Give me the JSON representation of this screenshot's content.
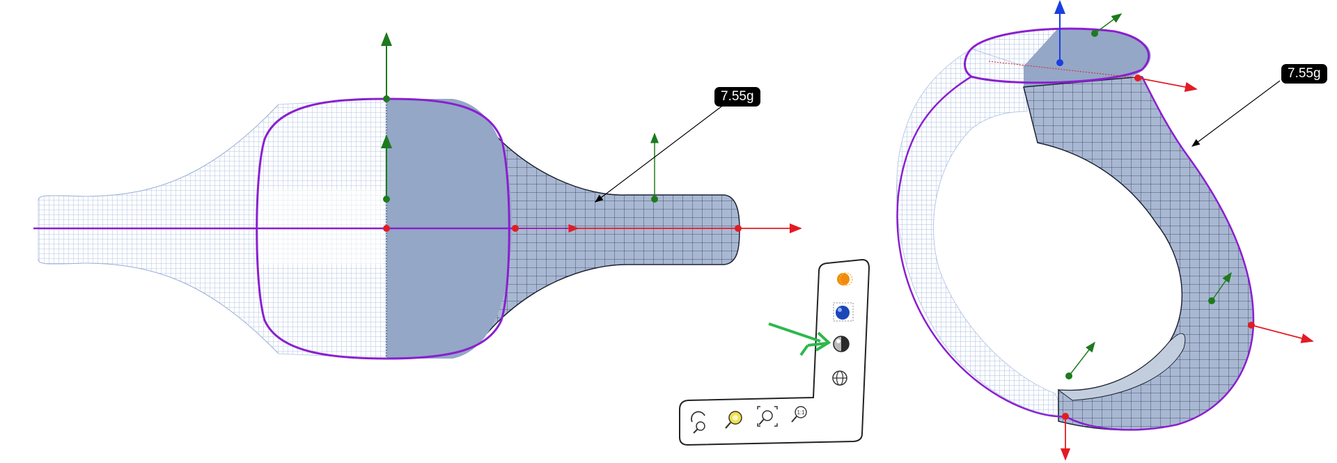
{
  "viewport": {
    "left_view": {
      "weight_label": "7.55g"
    },
    "right_view": {
      "weight_label": "7.55g"
    }
  },
  "toolbar": {
    "vertical_buttons": [
      {
        "name": "render-sun-icon"
      },
      {
        "name": "render-sphere-icon"
      },
      {
        "name": "shaded-sphere-icon"
      },
      {
        "name": "wireframe-globe-icon"
      }
    ],
    "horizontal_buttons": [
      {
        "name": "rotate-view-icon"
      },
      {
        "name": "zoom-dynamic-icon"
      },
      {
        "name": "zoom-extents-icon"
      },
      {
        "name": "zoom-1-1-icon",
        "text": "1:1"
      }
    ]
  },
  "colors": {
    "axis_red": "#e31b23",
    "axis_green": "#1d7a1d",
    "axis_blue": "#1a3fe0",
    "profile_purple": "#8a1fd0",
    "surface": "#94a7c6",
    "wire": "#b8c9e6",
    "highlight_arrow": "#2db84d"
  }
}
